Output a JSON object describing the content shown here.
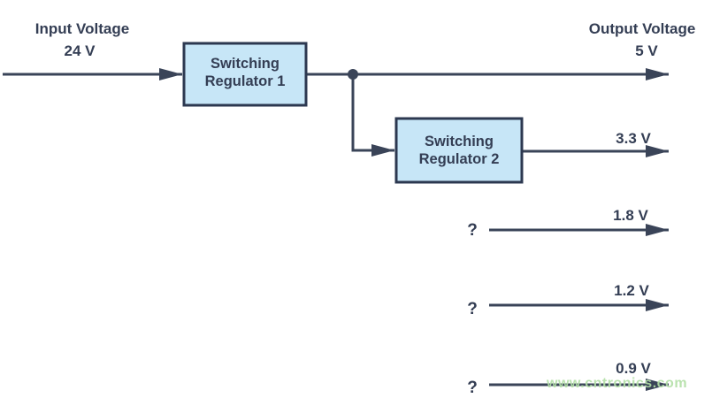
{
  "colors": {
    "background": "#ffffff",
    "line": "#3a4458",
    "text": "#343e54",
    "box_fill": "#c7e6f7",
    "box_border": "#2c3850",
    "watermark": "#b2dfa6"
  },
  "input": {
    "label": "Input Voltage",
    "value": "24 V"
  },
  "output": {
    "label": "Output Voltage",
    "value": "5 V"
  },
  "regulator1": {
    "line1": "Switching",
    "line2": "Regulator 1"
  },
  "regulator2": {
    "line1": "Switching",
    "line2": "Regulator 2"
  },
  "outputs": [
    {
      "voltage": "3.3 V",
      "source": ""
    },
    {
      "voltage": "1.8 V",
      "source": "?"
    },
    {
      "voltage": "1.2 V",
      "source": "?"
    },
    {
      "voltage": "0.9 V",
      "source": "?"
    }
  ],
  "watermark": "www.cntronics.com"
}
